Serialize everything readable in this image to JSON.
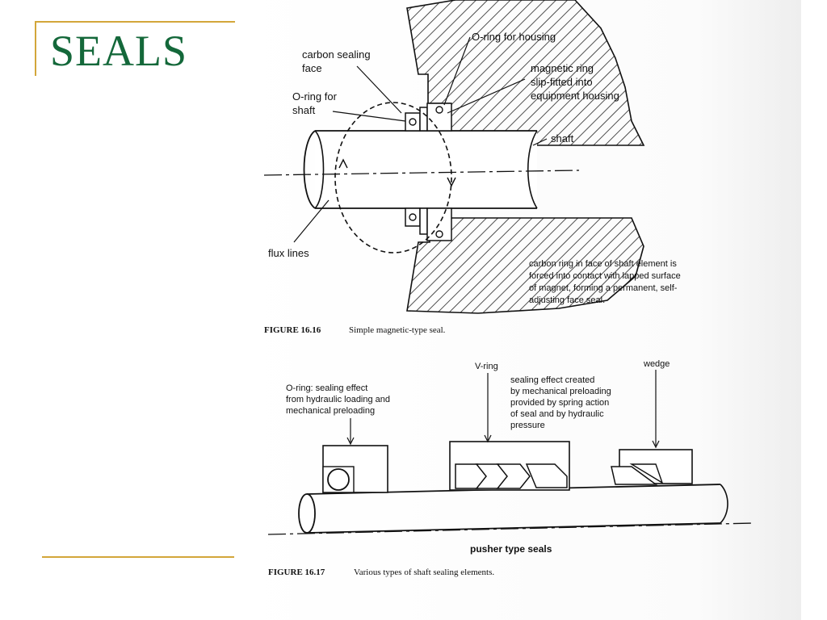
{
  "slide": {
    "title": "SEALS"
  },
  "figure_16_16": {
    "labels": {
      "o_ring_housing": "O-ring for housing",
      "carbon_face_1": "carbon sealing",
      "carbon_face_2": "face",
      "magnetic_ring_1": "magnetic ring",
      "magnetic_ring_2": "slip-fitted into",
      "magnetic_ring_3": "equipment housing",
      "o_ring_shaft_1": "O-ring for",
      "o_ring_shaft_2": "shaft",
      "shaft": "shaft",
      "flux_lines": "flux lines"
    },
    "note_lines": [
      "carbon ring in face of shaft element is",
      "forced into contact with lapped surface",
      "of magnet, forming a permanent, self-",
      "adjusting face seal."
    ],
    "caption_number": "FIGURE 16.16",
    "caption_text": "Simple magnetic-type seal."
  },
  "figure_16_17": {
    "labels": {
      "o_ring_1": "O-ring: sealing effect",
      "o_ring_2": "from hydraulic loading and",
      "o_ring_3": "mechanical preloading",
      "v_ring": "V-ring",
      "v_ring_note_1": "sealing effect created",
      "v_ring_note_2": "by mechanical preloading",
      "v_ring_note_3": "provided by spring action",
      "v_ring_note_4": "of seal and by hydraulic",
      "v_ring_note_5": "pressure",
      "wedge": "wedge",
      "pusher": "pusher type seals"
    },
    "caption_number": "FIGURE 16.17",
    "caption_text": "Various types of shaft sealing elements."
  }
}
